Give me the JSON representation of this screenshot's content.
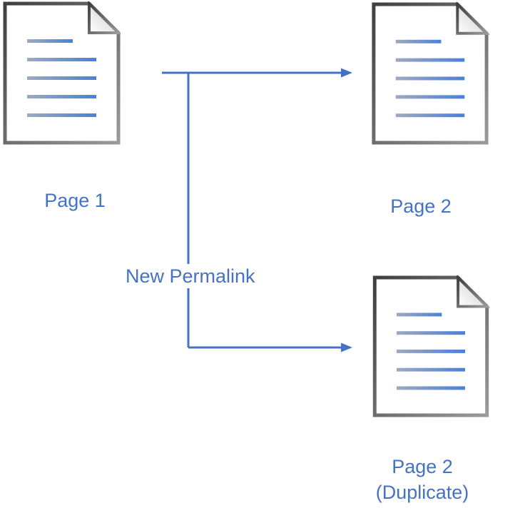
{
  "diagram": {
    "type": "flow-diagram",
    "colors": {
      "accent": "#4472C4",
      "background": "#ffffff",
      "border_dark": "#3f3f3f",
      "border_light": "#9a9a9a",
      "fold_light": "#ffffff",
      "fold_shade": "#c9c9c9",
      "line_gradient_start": "#9fa9bd",
      "line_gradient_end": "#4a80d8"
    },
    "nodes": [
      {
        "id": "page-1",
        "label": "Page 1",
        "icon": "document-icon"
      },
      {
        "id": "page-2",
        "label": "Page 2",
        "icon": "document-icon"
      },
      {
        "id": "page-2-duplicate",
        "label": "Page 2",
        "label2": "(Duplicate)",
        "icon": "document-icon"
      }
    ],
    "connector": {
      "label": "New Permalink",
      "from": "page-1",
      "to": [
        "page-2",
        "page-2-duplicate"
      ]
    }
  }
}
